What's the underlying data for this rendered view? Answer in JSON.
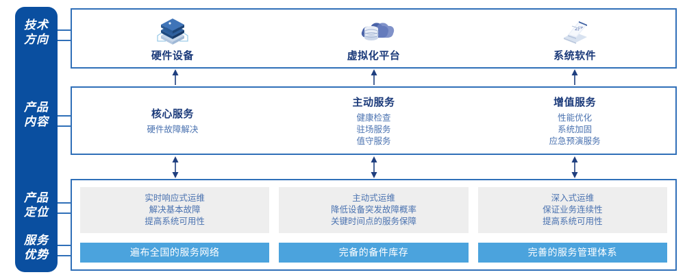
{
  "rail": {
    "labels": [
      {
        "name": "tech-direction",
        "lines": [
          "技术",
          "方向"
        ]
      },
      {
        "name": "product-content",
        "lines": [
          "产品",
          "内容"
        ]
      },
      {
        "name": "product-positioning",
        "lines": [
          "产品",
          "定位"
        ]
      },
      {
        "name": "service-advantage",
        "lines": [
          "服务",
          "优势"
        ]
      }
    ]
  },
  "tech": {
    "items": [
      {
        "icon": "server-stack-icon",
        "label": "硬件设备"
      },
      {
        "icon": "cloud-database-icon",
        "label": "虚拟化平台"
      },
      {
        "icon": "laptop-code-icon",
        "label": "系统软件"
      }
    ]
  },
  "content": {
    "columns": [
      {
        "title": "核心服务",
        "items": [
          "硬件故障解决"
        ]
      },
      {
        "title": "主动服务",
        "items": [
          "健康检查",
          "驻场服务",
          "值守服务"
        ]
      },
      {
        "title": "增值服务",
        "items": [
          "性能优化",
          "系统加固",
          "应急预演服务"
        ]
      }
    ]
  },
  "positioning": {
    "cards": [
      {
        "lines": [
          "实时响应式运维",
          "解决基本故障",
          "提高系统可用性"
        ]
      },
      {
        "lines": [
          "主动式运维",
          "降低设备突发故障概率",
          "关键时间点的服务保障"
        ]
      },
      {
        "lines": [
          "深入式运维",
          "保证业务连续性",
          "提高系统可用性"
        ]
      }
    ]
  },
  "advantages": {
    "cards": [
      "遍布全国的服务网络",
      "完备的备件库存",
      "完善的服务管理体系"
    ]
  },
  "colors": {
    "rail": "#0a4fa0",
    "panel_border": "#2f6fb8",
    "title_text": "#1b3a7a",
    "body_text": "#4a72b0",
    "grey_card": "#eeeeee",
    "blue_card": "#4ba3dd",
    "arrow": "#1f3f7f"
  }
}
